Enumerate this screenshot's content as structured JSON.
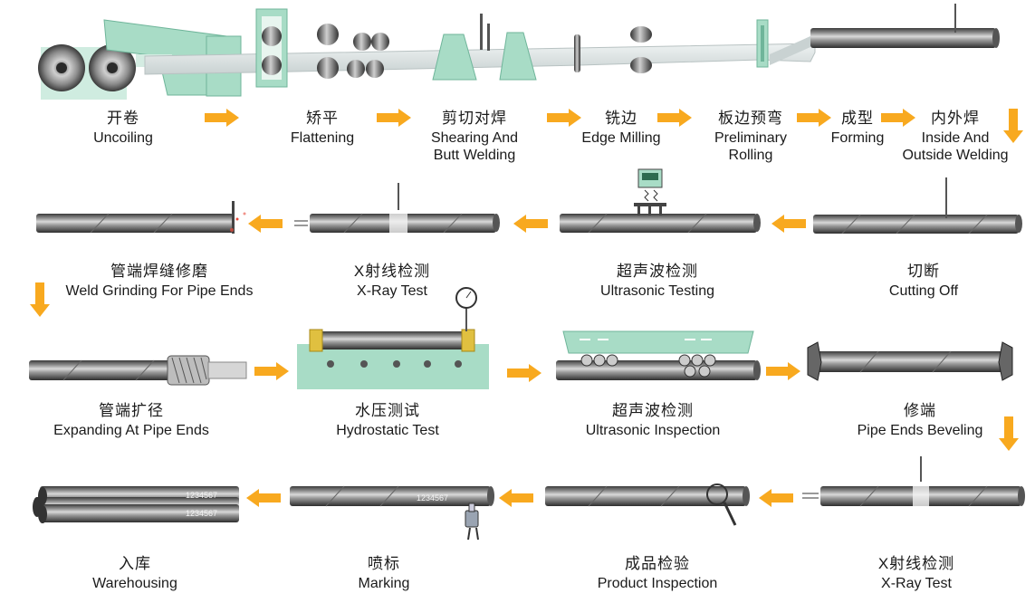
{
  "steps": [
    {
      "zh": "开卷",
      "en": "Uncoiling"
    },
    {
      "zh": "矫平",
      "en": "Flattening"
    },
    {
      "zh": "剪切对焊",
      "en1": "Shearing And",
      "en2": "Butt Welding"
    },
    {
      "zh": "铣边",
      "en": "Edge Milling"
    },
    {
      "zh": "板边预弯",
      "en1": "Preliminary",
      "en2": "Rolling"
    },
    {
      "zh": "成型",
      "en": "Forming"
    },
    {
      "zh": "内外焊",
      "en1": "Inside And",
      "en2": "Outside Welding"
    },
    {
      "zh": "切断",
      "en": "Cutting Off"
    },
    {
      "zh": "超声波检测",
      "en": "Ultrasonic Testing"
    },
    {
      "zh": "X射线检测",
      "en": "X-Ray Test"
    },
    {
      "zh": "管端焊缝修磨",
      "en": "Weld Grinding For Pipe Ends"
    },
    {
      "zh": "管端扩径",
      "en": "Expanding At Pipe Ends"
    },
    {
      "zh": "水压测试",
      "en": "Hydrostatic Test"
    },
    {
      "zh": "超声波检测",
      "en": "Ultrasonic Inspection"
    },
    {
      "zh": "修端",
      "en": "Pipe Ends Beveling"
    },
    {
      "zh": "X射线检测",
      "en": "X-Ray Test"
    },
    {
      "zh": "成品检验",
      "en": "Product Inspection"
    },
    {
      "zh": "喷标",
      "en": "Marking"
    },
    {
      "zh": "入库",
      "en": "Warehousing"
    }
  ],
  "markings": {
    "warehouse_pipe_1": "1234567",
    "warehouse_pipe_2": "1234567",
    "marking_pipe": "1234567"
  },
  "colors": {
    "arrow": "#f8a91f",
    "machine": "#a8dcc6",
    "machine_edge": "#6fb59a",
    "pipe_dark": "#3a3a3a",
    "pipe_light": "#c9c9c9",
    "sleeve": "#e0c040"
  },
  "icons": [
    "flow-arrow-right",
    "flow-arrow-left",
    "flow-arrow-down",
    "pressure-gauge-icon",
    "magnifier-icon",
    "spray-nozzle-icon"
  ]
}
